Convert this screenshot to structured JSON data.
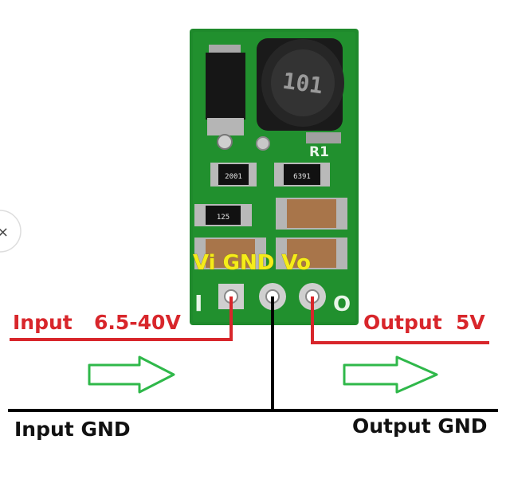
{
  "labels": {
    "input": "Input",
    "input_voltage": "6.5-40V",
    "output": "Output",
    "output_voltage": "5V",
    "input_gnd": "Input GND",
    "output_gnd": "Output GND",
    "pin_labels": "Vi GND Vo"
  },
  "board": {
    "inductor_marking": "101",
    "silk_r1": "R1",
    "resistor_a": "2001",
    "resistor_b": "6391",
    "resistor_c": "125",
    "pin_i": "I",
    "pin_o": "O"
  },
  "colors": {
    "pcb_green": "#1f8a2c",
    "wire_red": "#d8262b",
    "wire_black": "#000000",
    "arrow_green": "#2fb84a",
    "pin_label_yellow": "#f5ec1a"
  }
}
